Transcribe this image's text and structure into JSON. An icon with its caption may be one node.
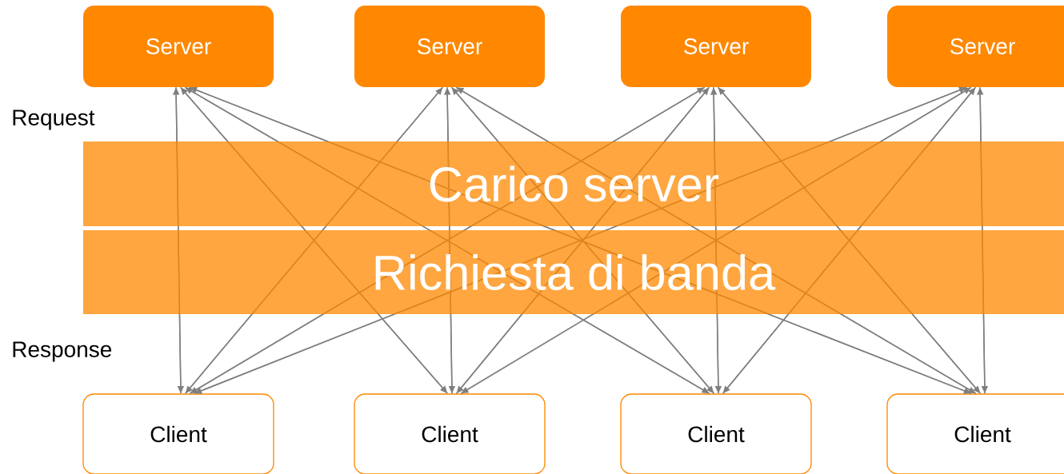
{
  "diagram": {
    "nodes": [
      {
        "text": [
          "Server"
        ]
      },
      {
        "text": [
          "Server"
        ]
      },
      {
        "text": [
          "Server"
        ]
      },
      {
        "text": [
          "Server"
        ]
      },
      {
        "text": [
          "Client"
        ]
      },
      {
        "text": [
          "Client"
        ]
      },
      {
        "text": [
          "Client"
        ]
      },
      {
        "text": [
          "Client"
        ]
      }
    ],
    "edges": [
      {
        "from": 4,
        "to": 0,
        "arrow": "to"
      },
      {
        "from": 0,
        "to": 4,
        "arrow": "to"
      },
      {
        "from": 4,
        "to": 1,
        "arrow": "to"
      },
      {
        "from": 1,
        "to": 4,
        "arrow": "to"
      },
      {
        "from": 4,
        "to": 2,
        "arrow": "to"
      },
      {
        "from": 2,
        "to": 4,
        "arrow": "to"
      },
      {
        "from": 4,
        "to": 3,
        "arrow": "to"
      },
      {
        "from": 3,
        "to": 4,
        "arrow": "to"
      },
      {
        "from": 5,
        "to": 0,
        "arrow": "to"
      },
      {
        "from": 0,
        "to": 5,
        "arrow": "to"
      },
      {
        "from": 5,
        "to": 1,
        "arrow": "to"
      },
      {
        "from": 1,
        "to": 5,
        "arrow": "to"
      },
      {
        "from": 5,
        "to": 2,
        "arrow": "to"
      },
      {
        "from": 2,
        "to": 5,
        "arrow": "to"
      },
      {
        "from": 5,
        "to": 3,
        "arrow": "to"
      },
      {
        "from": 3,
        "to": 5,
        "arrow": "to"
      },
      {
        "from": 6,
        "to": 0,
        "arrow": "to"
      },
      {
        "from": 0,
        "to": 6,
        "arrow": "to"
      },
      {
        "from": 6,
        "to": 1,
        "arrow": "to"
      },
      {
        "from": 1,
        "to": 6,
        "arrow": "to"
      },
      {
        "from": 6,
        "to": 2,
        "arrow": "to"
      },
      {
        "from": 2,
        "to": 6,
        "arrow": "to"
      },
      {
        "from": 6,
        "to": 3,
        "arrow": "to"
      },
      {
        "from": 3,
        "to": 6,
        "arrow": "to"
      },
      {
        "from": 7,
        "to": 0,
        "arrow": "to"
      },
      {
        "from": 0,
        "to": 7,
        "arrow": "to"
      },
      {
        "from": 7,
        "to": 1,
        "arrow": "to"
      },
      {
        "from": 1,
        "to": 7,
        "arrow": "to"
      },
      {
        "from": 7,
        "to": 2,
        "arrow": "to"
      },
      {
        "from": 2,
        "to": 7,
        "arrow": "to"
      },
      {
        "from": 7,
        "to": 3,
        "arrow": "to"
      },
      {
        "from": 3,
        "to": 7,
        "arrow": "to"
      }
    ],
    "labels": [
      "Request",
      "Carico server",
      "Richiesta di banda",
      "Response"
    ]
  }
}
